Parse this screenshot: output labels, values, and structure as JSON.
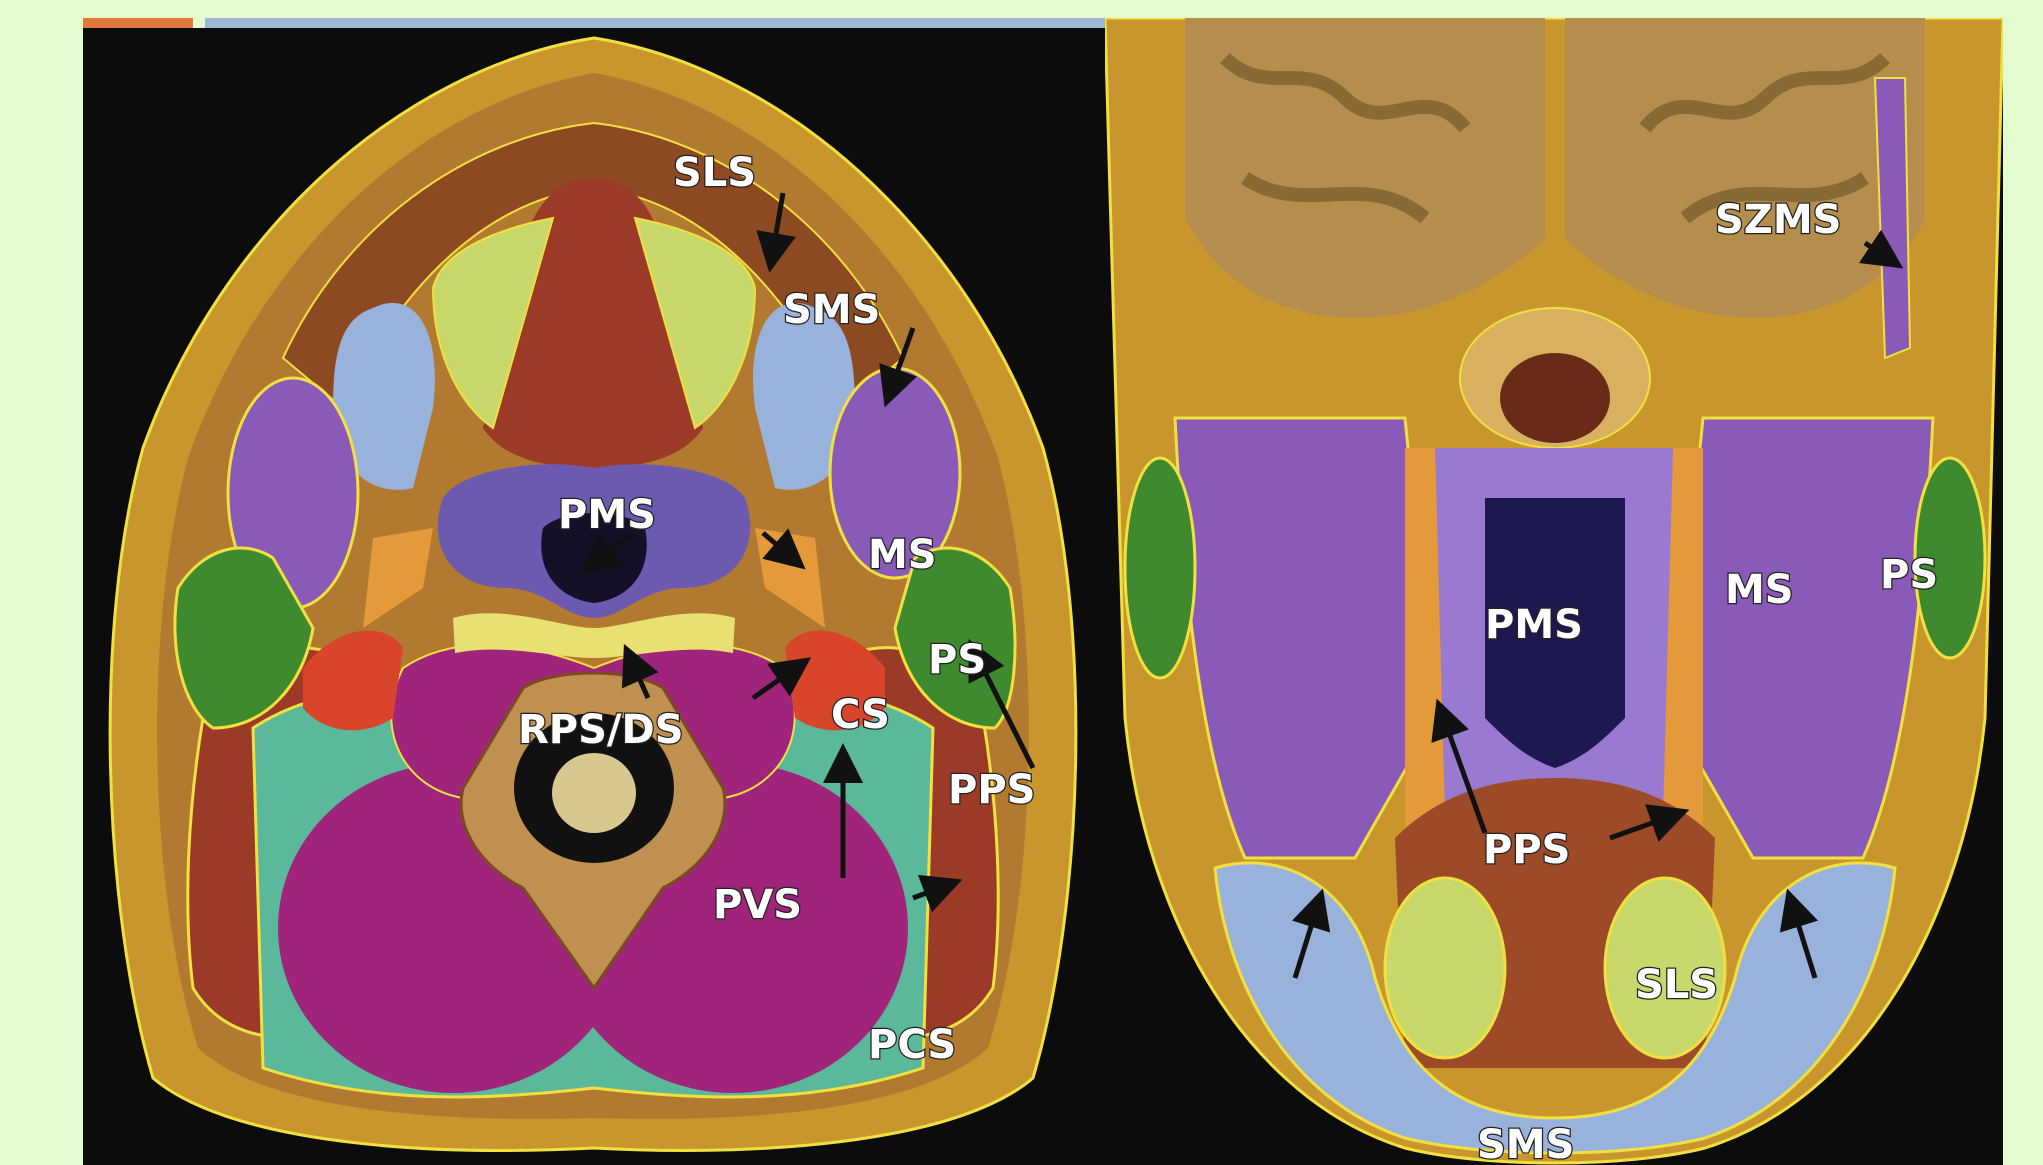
{
  "colors": {
    "slide_background": "#e2fcd0",
    "accent_orange": "#e0783a",
    "accent_blue": "#9fb8d8",
    "panel_black": "#0c0c0c",
    "skin": "#c8962c",
    "muscle": "#9c3a28",
    "fat_yellow_green": "#c8d86a",
    "masticator_purple": "#8a5ab8",
    "parotid_green": "#3f8a2e",
    "prevertebral_magenta": "#a0247c",
    "posterior_cervical_teal": "#5cb89a",
    "carotid_red": "#d8452a",
    "submandibular_blue": "#98b2dc",
    "brain": "#b58e4e",
    "outline_yellow": "#f0e040"
  },
  "left_panel": {
    "labels": {
      "sls": "SLS",
      "sms": "SMS",
      "pms": "PMS",
      "ms": "MS",
      "ps": "PS",
      "cs": "CS",
      "pps": "PPS",
      "rps_ds": "RPS/DS",
      "pvs": "PVS",
      "pcs": "PCS"
    }
  },
  "right_panel": {
    "labels": {
      "szms": "SZMS",
      "ms": "MS",
      "ps": "PS",
      "pms": "PMS",
      "pps": "PPS",
      "sls": "SLS",
      "sms": "SMS"
    }
  }
}
